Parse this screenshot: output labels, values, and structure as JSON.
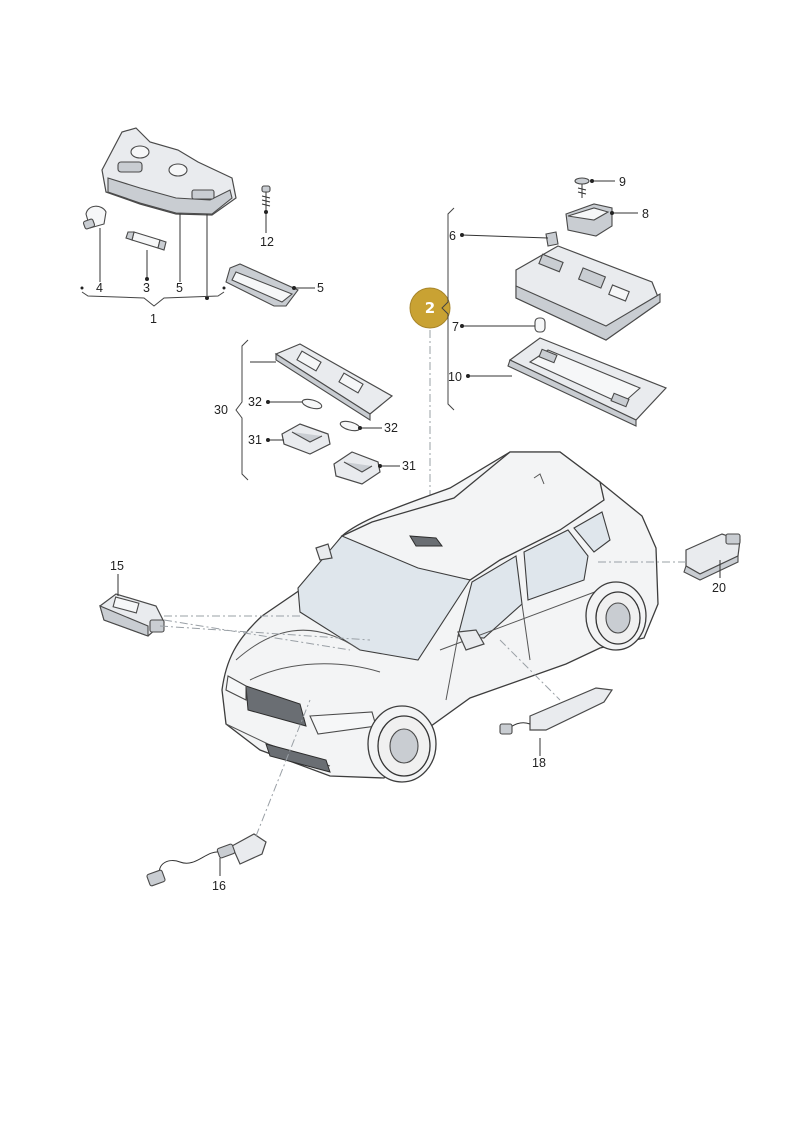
{
  "badge": {
    "text": "2",
    "color": "#c9a233"
  },
  "labels": {
    "l1": "1",
    "l3": "3",
    "l4": "4",
    "l5a": "5",
    "l5b": "5",
    "l6": "6",
    "l7": "7",
    "l8": "8",
    "l9": "9",
    "l10": "10",
    "l12": "12",
    "l15": "15",
    "l16": "16",
    "l18": "18",
    "l20": "20",
    "l30": "30",
    "l31a": "31",
    "l31b": "31",
    "l32a": "32",
    "l32b": "32"
  }
}
